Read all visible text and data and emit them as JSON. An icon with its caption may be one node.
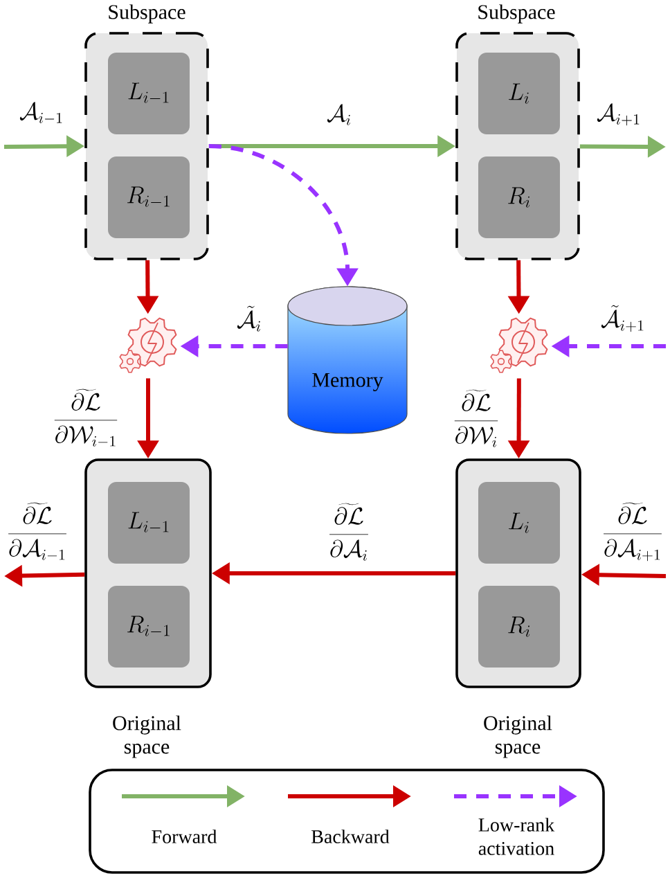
{
  "diagram": {
    "nodes": [
      {
        "text": [
          "Subspace"
        ]
      },
      {
        "text": [
          "L_{i-1}"
        ],
        "in": 0
      },
      {
        "text": [
          "R_{i-1}"
        ],
        "in": 0
      },
      {
        "text": [
          "Subspace"
        ]
      },
      {
        "text": [
          "L_i"
        ],
        "in": 3
      },
      {
        "text": [
          "R_i"
        ],
        "in": 3
      },
      {
        "text": [],
        "shape": "gear"
      },
      {
        "text": [
          "Memory"
        ]
      },
      {
        "text": [],
        "shape": "gear"
      },
      {
        "text": [
          "Original space"
        ]
      },
      {
        "text": [
          "L_{i-1}"
        ],
        "in": 9
      },
      {
        "text": [
          "R_{i-1}"
        ],
        "in": 9
      },
      {
        "text": [
          "Original space"
        ]
      },
      {
        "text": [
          "L_i"
        ],
        "in": 12
      },
      {
        "text": [
          "R_i"
        ],
        "in": 12
      }
    ],
    "edges": [
      {
        "from": null,
        "to": 0,
        "arrow": "to",
        "label": "\\mathcal{A}_{i-1}",
        "color": "#82b366"
      },
      {
        "from": 0,
        "to": 3,
        "arrow": "to",
        "label": "\\mathcal{A}_i",
        "color": "#82b366"
      },
      {
        "from": 3,
        "to": null,
        "arrow": "to",
        "label": "\\mathcal{A}_{i+1}",
        "color": "#82b366"
      },
      {
        "from": 0,
        "to": 7,
        "arrow": "to",
        "style": "dashed",
        "color": "#9933ff"
      },
      {
        "from": 0,
        "to": 6,
        "arrow": "to"
      },
      {
        "from": 7,
        "to": 6,
        "arrow": "to",
        "label": "\\tilde{\\mathcal{A}}_i",
        "style": "dashed",
        "color": "#9933ff"
      },
      {
        "from": 3,
        "to": 8,
        "arrow": "to"
      },
      {
        "from": null,
        "to": 8,
        "arrow": "to",
        "label": "\\tilde{\\mathcal{A}}_{i+1}",
        "style": "dashed",
        "color": "#9933ff"
      },
      {
        "from": 6,
        "to": 9,
        "arrow": "to",
        "label": "\\frac{\\widetilde{\\partial\\mathcal{L}}}{\\partial\\mathcal{W}_{i-1}}"
      },
      {
        "from": 8,
        "to": 12,
        "arrow": "to",
        "label": "\\frac{\\widetilde{\\partial\\mathcal{L}}}{\\partial\\mathcal{W}_i}"
      },
      {
        "from": 12,
        "to": 9,
        "arrow": "to",
        "label": "\\frac{\\widetilde{\\partial\\mathcal{L}}}{\\partial\\mathcal{A}_i}"
      },
      {
        "from": 9,
        "to": null,
        "arrow": "to",
        "label": "\\frac{\\widetilde{\\partial\\mathcal{L}}}{\\partial\\mathcal{A}_{i-1}}"
      },
      {
        "from": null,
        "to": 12,
        "arrow": "to",
        "label": "\\frac{\\widetilde{\\partial\\mathcal{L}}}{\\partial\\mathcal{A}_{i+1}}"
      }
    ],
    "legend": [
      {
        "text": "Forward"
      },
      {
        "text": "Backward"
      },
      {
        "text": "Low-rank activation"
      }
    ]
  }
}
